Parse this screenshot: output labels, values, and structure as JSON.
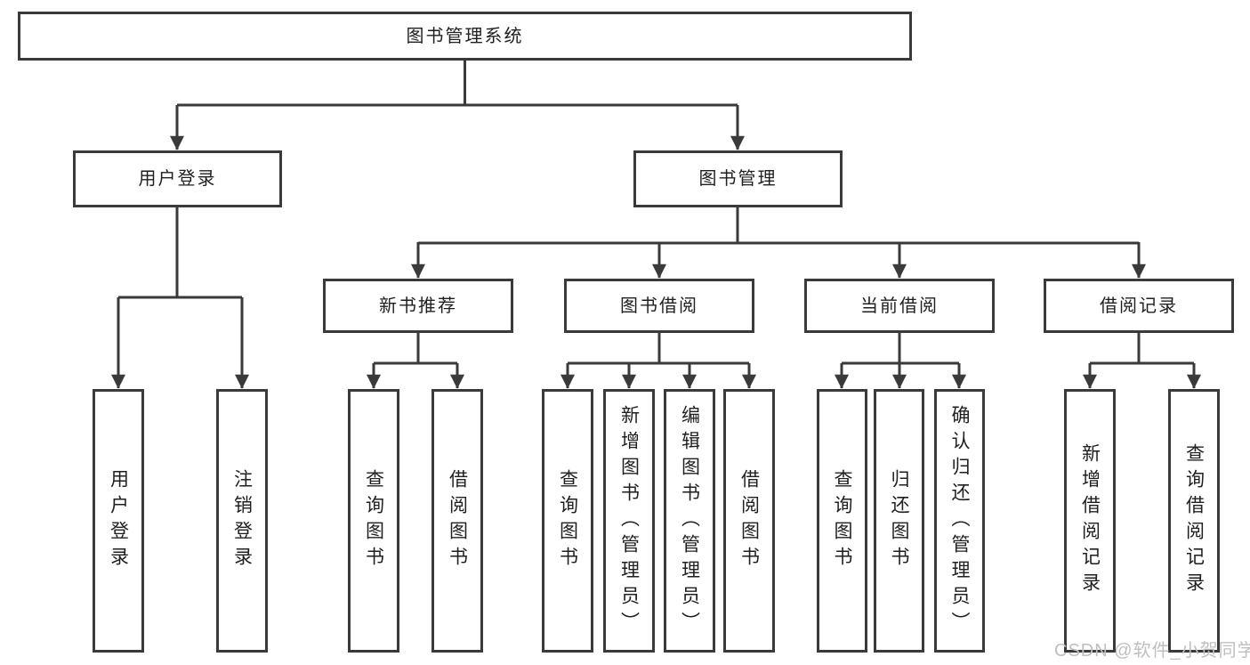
{
  "tree": {
    "label": "图书管理系统",
    "children": [
      {
        "label": "用户登录",
        "children": [
          {
            "label": "用户登录"
          },
          {
            "label": "注销登录"
          }
        ]
      },
      {
        "label": "图书管理",
        "children": [
          {
            "label": "新书推荐",
            "children": [
              {
                "label": "查询图书"
              },
              {
                "label": "借阅图书"
              }
            ]
          },
          {
            "label": "图书借阅",
            "children": [
              {
                "label": "查询图书"
              },
              {
                "label": "新增图书（管理员）"
              },
              {
                "label": "编辑图书（管理员）"
              },
              {
                "label": "借阅图书"
              }
            ]
          },
          {
            "label": "当前借阅",
            "children": [
              {
                "label": "查询图书"
              },
              {
                "label": "归还图书"
              },
              {
                "label": "确认归还（管理员）"
              }
            ]
          },
          {
            "label": "借阅记录",
            "children": [
              {
                "label": "新增借阅记录"
              },
              {
                "label": "查询借阅记录"
              }
            ]
          }
        ]
      }
    ]
  },
  "watermark": "CSDN @软件_小贺同学",
  "colors": {
    "line": "#3a3a3a",
    "box_border": "#3a3a3a",
    "text": "#1f1f1f",
    "watermark": "#bfbfbf",
    "background": "#ffffff"
  }
}
